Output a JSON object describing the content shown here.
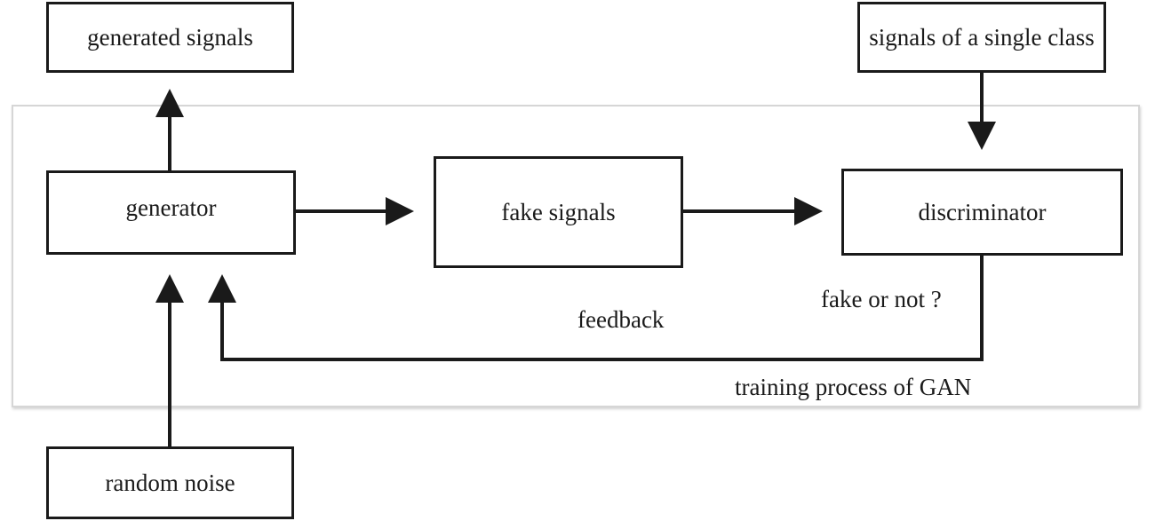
{
  "diagram": {
    "nodes": {
      "generated_signals": "generated signals",
      "signals_single_class": "signals of a single class",
      "generator": "generator",
      "fake_signals": "fake signals",
      "discriminator": "discriminator",
      "random_noise": "random noise"
    },
    "labels": {
      "fake_or_not": "fake or not ?",
      "feedback": "feedback",
      "training_process": "training process of GAN"
    },
    "edges": [
      {
        "from": "generator",
        "to": "generated signals"
      },
      {
        "from": "generator",
        "to": "fake signals"
      },
      {
        "from": "fake signals",
        "to": "discriminator"
      },
      {
        "from": "signals of a single class",
        "to": "discriminator"
      },
      {
        "from": "random noise",
        "to": "generator"
      },
      {
        "from": "discriminator",
        "to": "generator",
        "label": "feedback"
      }
    ],
    "colors": {
      "stroke": "#1a1a1a",
      "frame": "#d6d6d6"
    }
  }
}
